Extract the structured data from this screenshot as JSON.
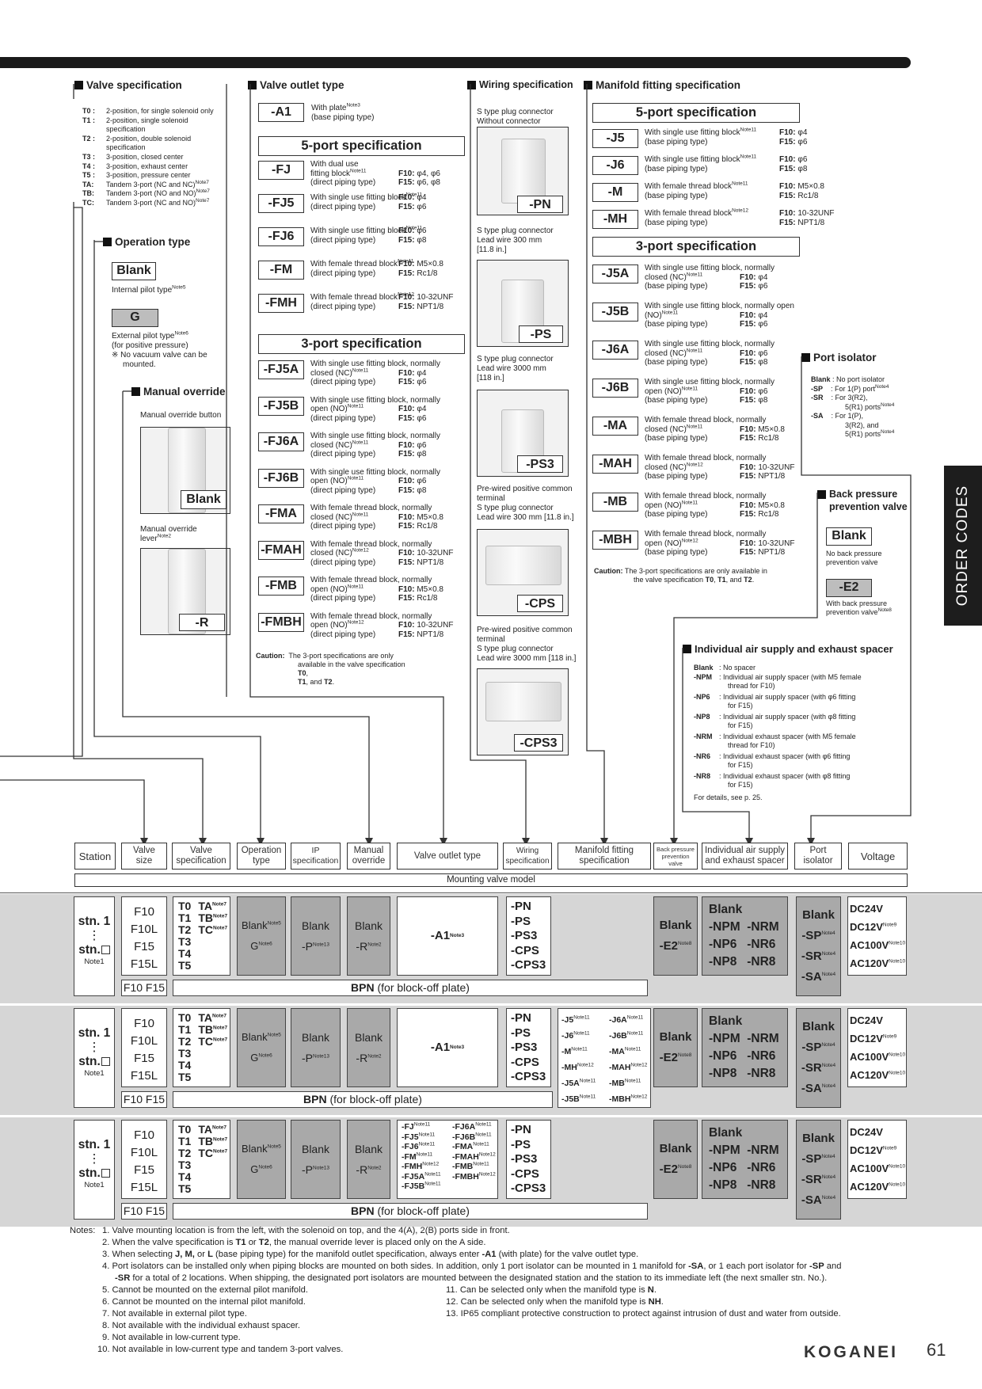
{
  "headings": {
    "valve_spec": "Valve specification",
    "valve_outlet": "Valve outlet type",
    "wiring": "Wiring specification",
    "manifold_fitting": "Manifold fitting specification",
    "operation": "Operation type",
    "manual_override": "Manual override",
    "port_isolator": "Port isolator",
    "back_pressure": "Back pressure prevention valve",
    "individual_air": "Individual air supply and exhaust spacer"
  },
  "valve_spec_items": [
    {
      "code": "T0 :",
      "text": "2-position, for single solenoid only"
    },
    {
      "code": "T1 :",
      "text": "2-position, single solenoid"
    },
    {
      "code": "",
      "text": "specification"
    },
    {
      "code": "T2 :",
      "text": "2-position, double solenoid"
    },
    {
      "code": "",
      "text": "specification"
    },
    {
      "code": "T3 :",
      "text": "3-position, closed center"
    },
    {
      "code": "T4 :",
      "text": "3-position, exhaust center"
    },
    {
      "code": "T5 :",
      "text": "3-position, pressure center"
    },
    {
      "code": "TA:",
      "text": "Tandem 3-port (NC and NC)"
    },
    {
      "code": "TB:",
      "text": "Tandem 3-port (NO and NO)"
    },
    {
      "code": "TC:",
      "text": "Tandem 3-port (NC and NO)"
    }
  ],
  "note7": "Note7",
  "operation": {
    "blank": "Blank",
    "blank_desc": "Internal pilot type",
    "note5": "Note5",
    "g": "G",
    "g_desc1": "External pilot type",
    "note6": "Note6",
    "g_desc2": "(for positive pressure)",
    "g_desc3": "※ No vacuum valve can be",
    "g_desc4": "mounted."
  },
  "manual": {
    "button_desc": "Manual override button",
    "blank": "Blank",
    "lever_desc1": "Manual override",
    "lever_desc2": "lever",
    "note2": "Note2",
    "r": "-R"
  },
  "outlet": {
    "a1": "-A1",
    "a1_desc1": "With plate",
    "note3": "Note3",
    "a1_desc2": "(base piping type)",
    "five_port": "5-port specification",
    "three_port": "3-port specification",
    "five": [
      {
        "code": "-FJ",
        "d1": "With dual use",
        "d2": "fitting block",
        "n": "Note11",
        "d3": "(direct piping type)",
        "s1": "F10:",
        "v1": "φ4, φ6",
        "s2": "F15:",
        "v2": "φ6, φ8"
      },
      {
        "code": "-FJ5",
        "d1": "With single use fitting block",
        "n": "Note11",
        "d2": "(direct piping type)",
        "s1": "F10:",
        "v1": "φ4",
        "s2": "F15:",
        "v2": "φ6"
      },
      {
        "code": "-FJ6",
        "d1": "With single use fitting block",
        "n": "Note11",
        "d2": "(direct piping type)",
        "s1": "F10:",
        "v1": "φ6",
        "s2": "F15:",
        "v2": "φ8"
      },
      {
        "code": "-FM",
        "d1": "With female thread block",
        "n": "Note11",
        "d2": "(direct piping type)",
        "s1": "F10:",
        "v1": "M5×0.8",
        "s2": "F15:",
        "v2": "Rc1/8"
      },
      {
        "code": "-FMH",
        "d1": "With female thread block",
        "n": "Note12",
        "d2": "(direct piping type)",
        "s1": "F10:",
        "v1": "10-32UNF",
        "s2": "F15:",
        "v2": "NPT1/8"
      }
    ],
    "three": [
      {
        "code": "-FJ5A",
        "d1": "With single use fitting block, normally",
        "d2": "closed (NC)",
        "n": "Note11",
        "d3": "(direct piping type)",
        "s1": "F10:",
        "v1": "φ4",
        "s2": "F15:",
        "v2": "φ6"
      },
      {
        "code": "-FJ5B",
        "d1": "With single use fitting block, normally",
        "d2": "open (NO)",
        "n": "Note11",
        "d3": "(direct piping type)",
        "s1": "F10:",
        "v1": "φ4",
        "s2": "F15:",
        "v2": "φ6"
      },
      {
        "code": "-FJ6A",
        "d1": "With single use fitting block, normally",
        "d2": "closed (NC)",
        "n": "Note11",
        "d3": "(direct piping type)",
        "s1": "F10:",
        "v1": "φ6",
        "s2": "F15:",
        "v2": "φ8"
      },
      {
        "code": "-FJ6B",
        "d1": "With single use fitting block, normally",
        "d2": "open (NO)",
        "n": "Note11",
        "d3": "(direct piping type)",
        "s1": "F10:",
        "v1": "φ6",
        "s2": "F15:",
        "v2": "φ8"
      },
      {
        "code": "-FMA",
        "d1": "With female thread block, normally",
        "d2": "closed (NC)",
        "n": "Note11",
        "d3": "(direct piping type)",
        "s1": "F10:",
        "v1": "M5×0.8",
        "s2": "F15:",
        "v2": "Rc1/8"
      },
      {
        "code": "-FMAH",
        "d1": "With female thread block, normally",
        "d2": "closed (NC)",
        "n": "Note12",
        "d3": "(direct piping type)",
        "s1": "F10:",
        "v1": "10-32UNF",
        "s2": "F15:",
        "v2": "NPT1/8"
      },
      {
        "code": "-FMB",
        "d1": "With female thread block, normally",
        "d2": "open (NO)",
        "n": "Note11",
        "d3": "(direct piping type)",
        "s1": "F10:",
        "v1": "M5×0.8",
        "s2": "F15:",
        "v2": "Rc1/8"
      },
      {
        "code": "-FMBH",
        "d1": "With female thread block, normally",
        "d2": "open (NO)",
        "n": "Note12",
        "d3": "(direct piping type)",
        "s1": "F10:",
        "v1": "10-32UNF",
        "s2": "F15:",
        "v2": "NPT1/8"
      }
    ],
    "caution_label": "Caution:",
    "caution1": "The 3-port specifications are only",
    "caution2": "available in the valve specification",
    "caution_t0": "T0",
    "caution_t1": "T1",
    "caution_and": ", and",
    "caution_t2": "T2",
    "caution_end": "."
  },
  "wiring": [
    {
      "d1": "S type plug connector",
      "d2": "Without connector",
      "code": "-PN"
    },
    {
      "d1": "S type plug connector",
      "d2": "Lead wire 300 mm",
      "d3": "[11.8 in.]",
      "code": "-PS"
    },
    {
      "d1": "S type plug connector",
      "d2": "Lead wire 3000 mm",
      "d3": "[118 in.]",
      "code": "-PS3"
    },
    {
      "d1": "Pre-wired positive common",
      "d2": "terminal",
      "d3": "S type plug connector",
      "d4": "Lead wire 300 mm [11.8 in.]",
      "code": "-CPS"
    },
    {
      "d1": "Pre-wired positive common",
      "d2": "terminal",
      "d3": "S type plug connector",
      "d4": "Lead wire 3000 mm [118 in.]",
      "code": "-CPS3"
    }
  ],
  "manifold": {
    "five_port": "5-port specification",
    "three_port": "3-port specification",
    "five": [
      {
        "code": "-J5",
        "d1": "With single use fitting block",
        "n": "Note11",
        "d2": "(base piping type)",
        "s1": "F10:",
        "v1": "φ4",
        "s2": "F15:",
        "v2": "φ6"
      },
      {
        "code": "-J6",
        "d1": "With single use fitting block",
        "n": "Note11",
        "d2": "(base piping type)",
        "s1": "F10:",
        "v1": "φ6",
        "s2": "F15:",
        "v2": "φ8"
      },
      {
        "code": "-M",
        "d1": "With female thread block",
        "n": "Note11",
        "d2": "(base piping type)",
        "s1": "F10:",
        "v1": "M5×0.8",
        "s2": "F15:",
        "v2": "Rc1/8"
      },
      {
        "code": "-MH",
        "d1": "With female thread block",
        "n": "Note12",
        "d2": "(base piping type)",
        "s1": "F10:",
        "v1": "10-32UNF",
        "s2": "F15:",
        "v2": "NPT1/8"
      }
    ],
    "three": [
      {
        "code": "-J5A",
        "d1": "With single use fitting block, normally",
        "d2": "closed (NC)",
        "n": "Note11",
        "d3": "(base piping type)",
        "s1": "F10:",
        "v1": "φ4",
        "s2": "F15:",
        "v2": "φ6"
      },
      {
        "code": "-J5B",
        "d1": "With single use fitting block, normally open",
        "d2": "(NO)",
        "n": "Note11",
        "d3": "(base piping type)",
        "s1": "F10:",
        "v1": "φ4",
        "s2": "F15:",
        "v2": "φ6"
      },
      {
        "code": "-J6A",
        "d1": "With single use fitting block, normally",
        "d2": "closed (NC)",
        "n": "Note11",
        "d3": "(base piping type)",
        "s1": "F10:",
        "v1": "φ6",
        "s2": "F15:",
        "v2": "φ8"
      },
      {
        "code": "-J6B",
        "d1": "With single use fitting block, normally",
        "d2": "open (NO)",
        "n": "Note11",
        "d3": "(base piping type)",
        "s1": "F10:",
        "v1": "φ6",
        "s2": "F15:",
        "v2": "φ8"
      },
      {
        "code": "-MA",
        "d1": "With female thread block, normally",
        "d2": "closed (NC)",
        "n": "Note11",
        "d3": "(base piping type)",
        "s1": "F10:",
        "v1": "M5×0.8",
        "s2": "F15:",
        "v2": "Rc1/8"
      },
      {
        "code": "-MAH",
        "d1": "With female thread block, normally",
        "d2": "closed (NC)",
        "n": "Note12",
        "d3": "(base piping type)",
        "s1": "F10:",
        "v1": "10-32UNF",
        "s2": "F15:",
        "v2": "NPT1/8"
      },
      {
        "code": "-MB",
        "d1": "With female thread block, normally",
        "d2": "open (NO)",
        "n": "Note11",
        "d3": "(base piping type)",
        "s1": "F10:",
        "v1": "M5×0.8",
        "s2": "F15:",
        "v2": "Rc1/8"
      },
      {
        "code": "-MBH",
        "d1": "With female thread block, normally",
        "d2": "open (NO)",
        "n": "Note12",
        "d3": "(base piping type)",
        "s1": "F10:",
        "v1": "10-32UNF",
        "s2": "F15:",
        "v2": "NPT1/8"
      }
    ],
    "caution_label": "Caution:",
    "caution1": "The 3-port specifications are only available in",
    "caution2": "the valve specification",
    "caution_t0": "T0",
    "caution_t1": "T1",
    "caution_and": ", and",
    "caution_t2": "T2",
    "caution_end": "."
  },
  "isolator": {
    "blank": "Blank",
    "blank_desc": "No port isolator",
    "sp": "-SP",
    "sp_desc": "For 1(P) port",
    "note4": "Note4",
    "sr": "-SR",
    "sr_desc1": "For 3(R2),",
    "sr_desc2": "5(R1) ports",
    "sa": "-SA",
    "sa_desc1": "For 1(P),",
    "sa_desc2": "3(R2), and",
    "sa_desc3": "5(R1) ports"
  },
  "backpressure": {
    "blank": "Blank",
    "blank_desc1": "No back pressure",
    "blank_desc2": "prevention valve",
    "e2": "-E2",
    "e2_desc1": "With back pressure",
    "e2_desc2": "prevention valve",
    "note8": "Note8"
  },
  "spacer": {
    "items": [
      {
        "code": "Blank",
        "l1": "No spacer"
      },
      {
        "code": "-NPM",
        "l1": "Individual air supply spacer (with M5 female",
        "l2": "thread for F10)"
      },
      {
        "code": "-NP6",
        "l1": "Individual air supply spacer (with φ6 fitting",
        "l2": "for F15)"
      },
      {
        "code": "-NP8",
        "l1": "Individual air supply spacer (with φ8 fitting",
        "l2": "for F15)"
      },
      {
        "code": "-NRM",
        "l1": "Individual exhaust spacer (with M5 female",
        "l2": "thread for F10)"
      },
      {
        "code": "-NR6",
        "l1": "Individual exhaust spacer (with φ6 fitting",
        "l2": "for F15)"
      },
      {
        "code": "-NR8",
        "l1": "Individual exhaust spacer (with φ8 fitting",
        "l2": "for F15)"
      }
    ],
    "details": "For details, see p. 25."
  },
  "columns": {
    "station": "Station",
    "valve_size_1": "Valve",
    "valve_size_2": "size",
    "valve_spec_1": "Valve",
    "valve_spec_2": "specification",
    "operation_1": "Operation",
    "operation_2": "type",
    "ip_1": "IP",
    "ip_2": "specification",
    "manual_1": "Manual",
    "manual_2": "override",
    "outlet": "Valve outlet type",
    "wiring_1": "Wiring",
    "wiring_2": "specification",
    "manifold_1": "Manifold fitting",
    "manifold_2": "specification",
    "back_1": "Back pressure",
    "back_2": "prevention",
    "back_3": "valve",
    "spacer_1": "Individual air supply",
    "spacer_2": "and exhaust spacer",
    "isolator_1": "Port",
    "isolator_2": "isolator",
    "voltage": "Voltage",
    "mounting": "Mounting valve model"
  },
  "table": {
    "stn1": "stn. 1",
    "stn_dots": "⋮",
    "stnx": "stn.",
    "note1": "Note1",
    "sizes": [
      "F10",
      "F10L",
      "F15",
      "F15L"
    ],
    "specs_left": [
      "T0",
      "T1",
      "T2",
      "T3",
      "T4",
      "T5"
    ],
    "specs_right": [
      "TA",
      "TB",
      "TC"
    ],
    "op_blank": "Blank",
    "op_g": "G",
    "ip_blank": "Blank",
    "ip_p": "-P",
    "note13": "Note13",
    "man_blank": "Blank",
    "man_r": "-R",
    "a1": "-A1",
    "wiring": [
      "-PN",
      "-PS",
      "-PS3",
      "-CPS",
      "-CPS3"
    ],
    "back_blank": "Blank",
    "back_e2": "-E2",
    "spacer": [
      "Blank",
      "-NPM",
      "-NRM",
      "-NP6",
      "-NR6",
      "-NP8",
      "-NR8"
    ],
    "iso": [
      "Blank",
      "-SP",
      "-SR",
      "-SA"
    ],
    "voltage": [
      "DC24V",
      "DC12V",
      "AC100V",
      "AC120V"
    ],
    "note9": "Note9",
    "note10": "Note10",
    "f10f15": "F10  F15",
    "bpn": "BPN",
    "bpn_desc": "(for block-off plate)",
    "mani_left": [
      "-J5",
      "-J6",
      "-M",
      "-MH",
      "-J5A",
      "-J5B"
    ],
    "mani_left_notes": [
      "Note11",
      "Note11",
      "Note11",
      "Note12",
      "Note11",
      "Note11"
    ],
    "mani_right": [
      "-J6A",
      "-J6B",
      "-MA",
      "-MAH",
      "-MB",
      "-MBH"
    ],
    "mani_right_notes": [
      "Note11",
      "Note11",
      "Note11",
      "Note12",
      "Note11",
      "Note12"
    ],
    "out_left": [
      "-FJ",
      "-FJ5",
      "-FJ6",
      "-FM",
      "-FMH",
      "-FJ5A",
      "-FJ5B"
    ],
    "out_left_notes": [
      "Note11",
      "Note11",
      "Note11",
      "Note11",
      "Note12",
      "Note11",
      "Note11"
    ],
    "out_right": [
      "-FJ6A",
      "-FJ6B",
      "-FMA",
      "-FMAH",
      "-FMB",
      "-FMBH"
    ],
    "out_right_notes": [
      "Note11",
      "Note11",
      "Note11",
      "Note12",
      "Note11",
      "Note12"
    ]
  },
  "notes": {
    "label": "Notes:",
    "n1": "1.  Valve mounting location is from the left, with the solenoid on top, and the 4(A), 2(B) ports side in front.",
    "n2a": "2.  When the valve specification is ",
    "n2b": "T1",
    "n2c": " or ",
    "n2d": "T2",
    "n2e": ", the manual override lever is placed only on the A side.",
    "n3a": "3.  When selecting ",
    "n3b": "J, M,",
    "n3c": " or ",
    "n3d": "L",
    "n3e": " (base piping type) for the manifold outlet specification, always enter ",
    "n3f": "-A1",
    "n3g": " (with plate) for the valve outlet type.",
    "n4a": "4.  Port isolators can be installed only when piping blocks are mounted on both sides. In addition, only 1 port isolator can be mounted in 1 manifold for ",
    "n4b": "-SA",
    "n4c": ", or 1 each port isolator for ",
    "n4d": "-SP",
    "n4e": " and",
    "n4f": "-SR",
    "n4g": " for a total of 2 locations. When shipping, the designated port isolators are mounted between the designated station and the station to its immediate left (the next smaller stn. No.).",
    "n5": "5.  Cannot be mounted on the external pilot manifold.",
    "n6": "6.  Cannot be mounted on the internal pilot manifold.",
    "n7": "7.  Not available in external pilot type.",
    "n8": "8.  Not available with the individual exhaust spacer.",
    "n9": "9.  Not available in low-current type.",
    "n10": "10.  Not available in low-current type and tandem 3-port valves.",
    "n11a": "11.  Can be selected only when the manifold type is ",
    "n11b": "N",
    "n11c": ".",
    "n12a": "12.  Can be selected only when the manifold type is ",
    "n12b": "NH",
    "n12c": ".",
    "n13": "13.  IP65 compliant protective construction to protect against intrusion of dust and water from outside."
  },
  "footer": {
    "brand": "KOGANEI",
    "page": "61"
  },
  "side_tab": "ORDER CODES"
}
